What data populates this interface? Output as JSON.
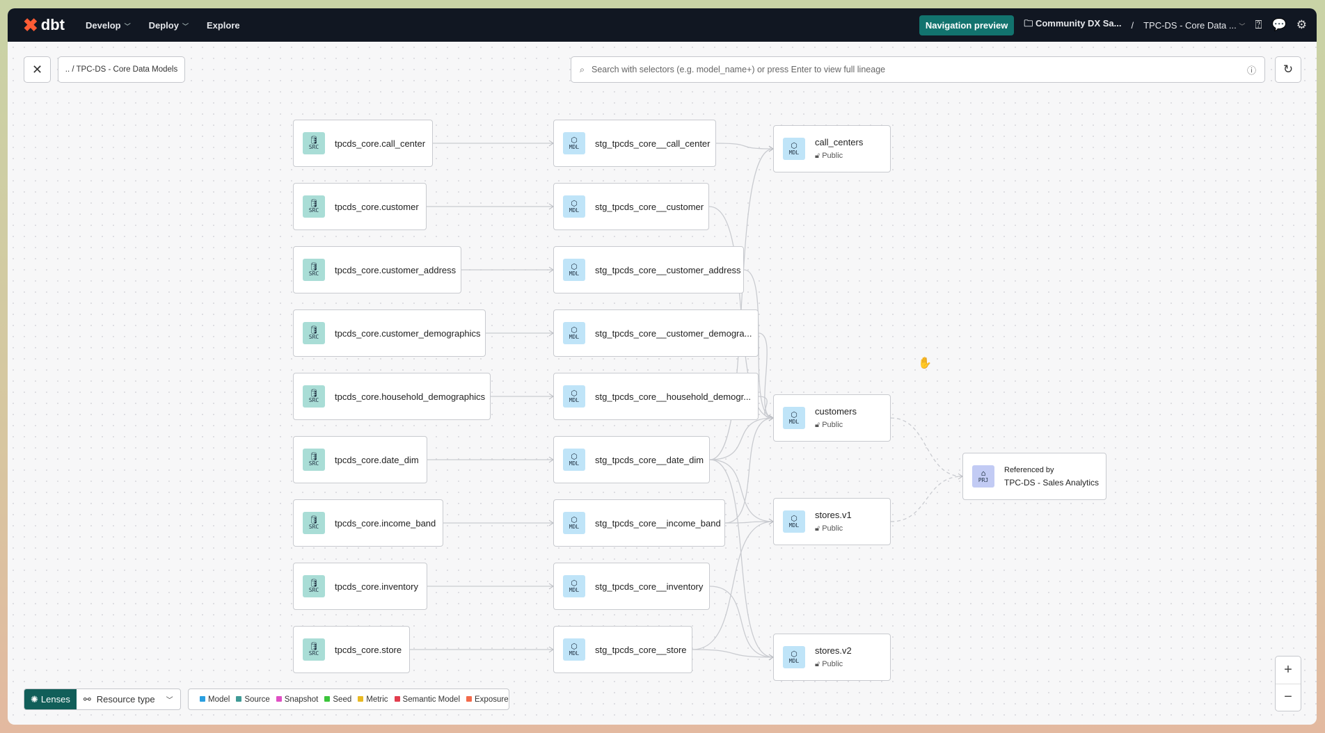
{
  "topbar": {
    "logo": "dbt",
    "nav": [
      {
        "label": "Develop",
        "chevron": true
      },
      {
        "label": "Deploy",
        "chevron": true
      },
      {
        "label": "Explore",
        "chevron": false
      }
    ],
    "nav_preview": "Navigation preview",
    "account": "Community DX Sa...",
    "separator": "/",
    "project": "TPC-DS - Core Data ...",
    "icons": [
      "help-icon",
      "feedback-icon",
      "settings-icon"
    ]
  },
  "toolbar": {
    "breadcrumb": ".. / TPC-DS - Core Data Models",
    "search_placeholder": "Search with selectors (e.g. model_name+) or press Enter to view full lineage"
  },
  "sources": [
    {
      "name": "tpcds_core.call_center",
      "badge": "SRC"
    },
    {
      "name": "tpcds_core.customer",
      "badge": "SRC"
    },
    {
      "name": "tpcds_core.customer_address",
      "badge": "SRC"
    },
    {
      "name": "tpcds_core.customer_demographics",
      "badge": "SRC"
    },
    {
      "name": "tpcds_core.household_demographics",
      "badge": "SRC"
    },
    {
      "name": "tpcds_core.date_dim",
      "badge": "SRC"
    },
    {
      "name": "tpcds_core.income_band",
      "badge": "SRC"
    },
    {
      "name": "tpcds_core.inventory",
      "badge": "SRC"
    },
    {
      "name": "tpcds_core.store",
      "badge": "SRC"
    }
  ],
  "staging": [
    {
      "name": "stg_tpcds_core__call_center",
      "badge": "MDL"
    },
    {
      "name": "stg_tpcds_core__customer",
      "badge": "MDL"
    },
    {
      "name": "stg_tpcds_core__customer_address",
      "badge": "MDL"
    },
    {
      "name": "stg_tpcds_core__customer_demogra...",
      "badge": "MDL"
    },
    {
      "name": "stg_tpcds_core__household_demogr...",
      "badge": "MDL"
    },
    {
      "name": "stg_tpcds_core__date_dim",
      "badge": "MDL"
    },
    {
      "name": "stg_tpcds_core__income_band",
      "badge": "MDL"
    },
    {
      "name": "stg_tpcds_core__inventory",
      "badge": "MDL"
    },
    {
      "name": "stg_tpcds_core__store",
      "badge": "MDL"
    }
  ],
  "models": [
    {
      "name": "call_centers",
      "badge": "MDL",
      "access": "Public"
    },
    {
      "name": "customers",
      "badge": "MDL",
      "access": "Public"
    },
    {
      "name": "stores.v1",
      "badge": "MDL",
      "access": "Public"
    },
    {
      "name": "stores.v2",
      "badge": "MDL",
      "access": "Public"
    }
  ],
  "project_ref": {
    "label": "Referenced by",
    "name": "TPC-DS - Sales Analytics",
    "badge": "PRJ"
  },
  "edges_stg_to_model": [
    [
      0,
      0
    ],
    [
      5,
      0
    ],
    [
      1,
      1
    ],
    [
      2,
      1
    ],
    [
      3,
      1
    ],
    [
      4,
      1
    ],
    [
      5,
      1
    ],
    [
      6,
      1
    ],
    [
      5,
      2
    ],
    [
      6,
      2
    ],
    [
      8,
      2
    ],
    [
      5,
      3
    ],
    [
      8,
      3
    ],
    [
      7,
      3
    ]
  ],
  "edges_model_to_project": [
    1,
    2
  ],
  "lenses": {
    "label": "Lenses",
    "resource_type": "Resource type"
  },
  "legend": [
    {
      "label": "Model",
      "color": "#2a9fe0"
    },
    {
      "label": "Source",
      "color": "#3f9a96"
    },
    {
      "label": "Snapshot",
      "color": "#e04fc4"
    },
    {
      "label": "Seed",
      "color": "#3bc43b"
    },
    {
      "label": "Metric",
      "color": "#e8b923"
    },
    {
      "label": "Semantic Model",
      "color": "#e23d4e"
    },
    {
      "label": "Exposure",
      "color": "#f26a4b"
    }
  ],
  "zoom": {
    "in": "+",
    "out": "−"
  }
}
